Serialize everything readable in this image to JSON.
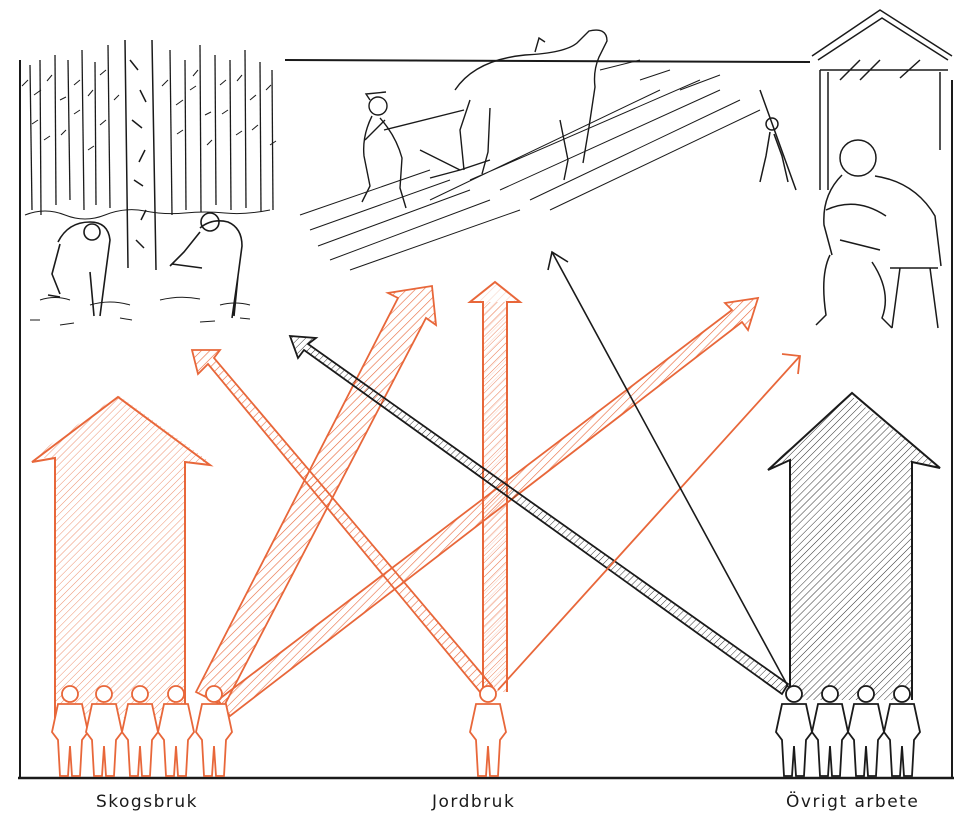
{
  "labels": {
    "forestry": "Skogsbruk",
    "agriculture": "Jordbruk",
    "other_work": "Övrigt arbete"
  },
  "colors": {
    "ink": "#1a1a1a",
    "accent": "#e8673a",
    "paper": "#ffffff"
  },
  "figures": {
    "forestry_workers": 5,
    "agriculture_workers": 1,
    "other_workers": 4
  }
}
